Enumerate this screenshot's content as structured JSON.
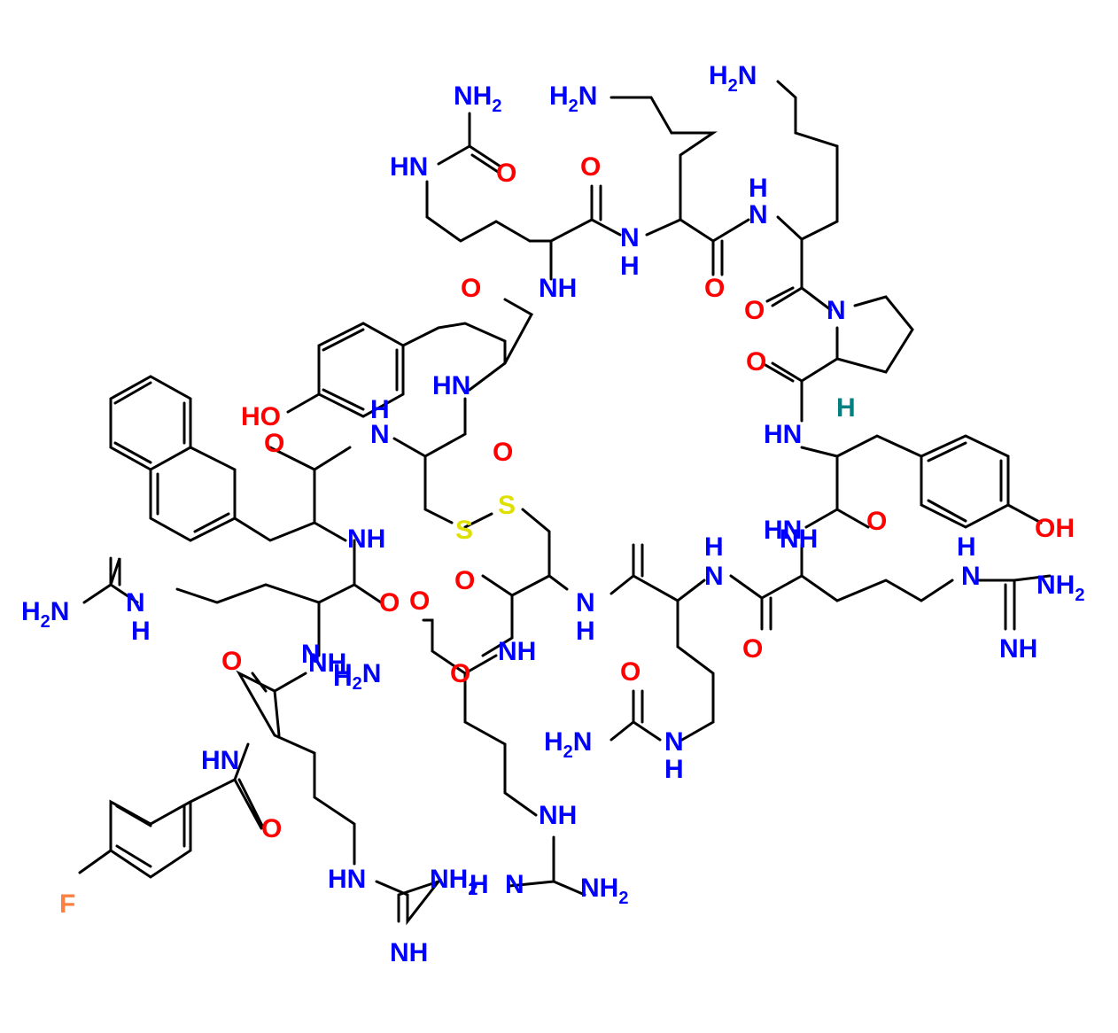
{
  "colors": {
    "N": "#0000ff",
    "O": "#ff0000",
    "S": "#e0e000",
    "F": "#ff8040",
    "H_stereo": "#008080",
    "C": "#000000"
  },
  "atoms": [
    {
      "t": "NH",
      "sub": "2",
      "el": "N"
    },
    {
      "t": "O",
      "el": "O"
    },
    {
      "t": "HN",
      "el": "N"
    },
    {
      "t": "H",
      "pre": "2",
      "post": "N",
      "el": "N"
    },
    {
      "t": "O",
      "el": "O"
    },
    {
      "t": "H",
      "pre": "2",
      "post": "N",
      "el": "N"
    },
    {
      "t": "H",
      "el": "N"
    },
    {
      "t": "N",
      "el": "N"
    },
    {
      "t": "N",
      "el": "N"
    },
    {
      "t": "H",
      "el": "N"
    },
    {
      "t": "O",
      "el": "O"
    },
    {
      "t": "NH",
      "el": "N"
    },
    {
      "t": "O",
      "el": "O"
    },
    {
      "t": "N",
      "el": "N"
    },
    {
      "t": "O",
      "el": "O"
    },
    {
      "t": "O",
      "el": "O"
    },
    {
      "t": "HN",
      "el": "N"
    },
    {
      "t": "HO",
      "el": "O"
    },
    {
      "t": "H",
      "el": "N"
    },
    {
      "t": "N",
      "el": "N"
    },
    {
      "t": "H",
      "el": "H_stereo"
    },
    {
      "t": "O",
      "el": "O"
    },
    {
      "t": "O",
      "el": "O"
    },
    {
      "t": "HN",
      "el": "N"
    },
    {
      "t": "S",
      "el": "S"
    },
    {
      "t": "S",
      "el": "S"
    },
    {
      "t": "NH",
      "el": "N"
    },
    {
      "t": "O",
      "el": "O"
    },
    {
      "t": "OH",
      "el": "O"
    },
    {
      "t": "NH",
      "el": "N"
    },
    {
      "t": "HN",
      "el": "N"
    },
    {
      "t": "H",
      "el": "N"
    },
    {
      "t": "H",
      "el": "N"
    },
    {
      "t": "N",
      "el": "N"
    },
    {
      "t": "O",
      "el": "O"
    },
    {
      "t": "N",
      "el": "N"
    },
    {
      "t": "NH",
      "sub": "2",
      "el": "N"
    },
    {
      "t": "O",
      "el": "O"
    },
    {
      "t": "O",
      "el": "O"
    },
    {
      "t": "N",
      "el": "N"
    },
    {
      "t": "N",
      "el": "N"
    },
    {
      "t": "H",
      "el": "N"
    },
    {
      "t": "H",
      "el": "N"
    },
    {
      "t": "O",
      "el": "O"
    },
    {
      "t": "H",
      "pre": "2",
      "post": "N",
      "el": "N"
    },
    {
      "t": "N",
      "el": "N"
    },
    {
      "t": "H",
      "el": "N"
    },
    {
      "t": "O",
      "el": "O"
    },
    {
      "t": "NH",
      "el": "N"
    },
    {
      "t": "NH",
      "el": "N"
    },
    {
      "t": "NH",
      "el": "N"
    },
    {
      "t": "O",
      "el": "O"
    },
    {
      "t": "H",
      "pre": "2",
      "post": "N",
      "el": "N"
    },
    {
      "t": "O",
      "el": "O"
    },
    {
      "t": "HN",
      "el": "N"
    },
    {
      "t": "H",
      "pre": "2",
      "post": "N",
      "el": "N"
    },
    {
      "t": "N",
      "el": "N"
    },
    {
      "t": "H",
      "el": "N"
    },
    {
      "t": "O",
      "el": "O"
    },
    {
      "t": "NH",
      "el": "N"
    },
    {
      "t": "HN",
      "el": "N"
    },
    {
      "t": "NH",
      "sub": "2",
      "el": "N"
    },
    {
      "t": "H",
      "el": "N"
    },
    {
      "t": "N",
      "el": "N"
    },
    {
      "t": "NH",
      "sub": "2",
      "el": "N"
    },
    {
      "t": "F",
      "el": "F"
    },
    {
      "t": "NH",
      "el": "N"
    }
  ]
}
